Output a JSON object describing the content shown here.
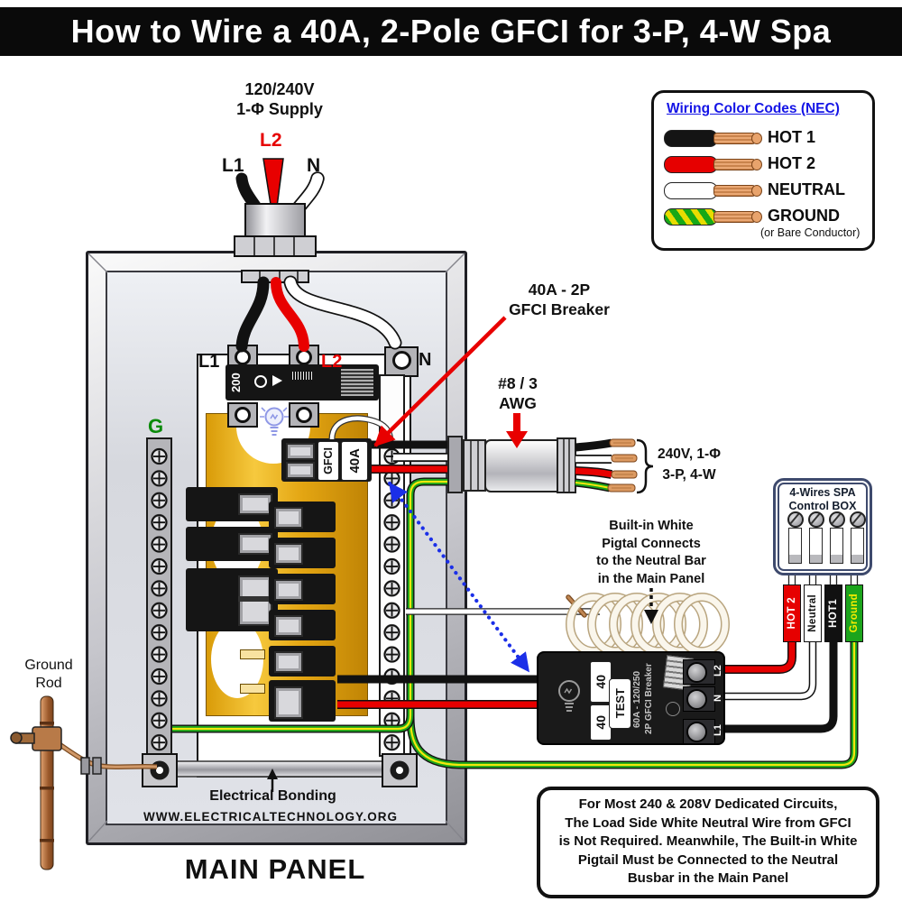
{
  "title": "How to Wire a 40A, 2-Pole GFCI for 3-P, 4-W Spa",
  "legend": {
    "title": "Wiring Color Codes (NEC)",
    "items": [
      {
        "label": "HOT 1",
        "color": "#111111"
      },
      {
        "label": "HOT 2",
        "color": "#ee0000"
      },
      {
        "label": "NEUTRAL",
        "color": "#ffffff"
      },
      {
        "label": "GROUND",
        "color": "green-yellow",
        "sub": "(or Bare Conductor)"
      }
    ]
  },
  "supply": {
    "voltage": "120/240V",
    "phase": "1-Φ Supply",
    "l1": "L1",
    "l2": "L2",
    "n": "N"
  },
  "panel": {
    "caption": "MAIN PANEL",
    "main_breaker_amp": "200",
    "l1": "L1",
    "l2": "L2",
    "n": "N",
    "g": "G",
    "gfci_label": "GFCI",
    "gfci_amp": "40A",
    "bonding": "Electrical Bonding",
    "website": "WWW.ELECTRICALTECHNOLOGY.ORG",
    "ground_rod": [
      "Ground",
      "Rod"
    ]
  },
  "callouts": {
    "breaker": [
      "40A - 2P",
      "GFCI Breaker"
    ],
    "awg": [
      "#8 / 3",
      "AWG"
    ],
    "cable": [
      "240V, 1-Φ",
      "3-P, 4-W"
    ],
    "pigtail": [
      "Built-in White",
      "Pigtal Connects",
      "to the Neutral Bar",
      "in the Main Panel"
    ]
  },
  "spa_box": {
    "title": [
      "4-Wires SPA",
      "Control BOX"
    ],
    "wires": [
      "HOT 2",
      "Neutral",
      "HOT1",
      "Ground"
    ]
  },
  "gfci_device": {
    "amps": [
      "40",
      "40"
    ],
    "test": "TEST",
    "spec": [
      "60A - 120/250",
      "2P GFCI Breaker"
    ],
    "terminals": [
      "L2",
      "N",
      "L1"
    ]
  },
  "note": {
    "lines": [
      "For Most 240 & 208V Dedicated Circuits,",
      "The Load Side White Neutral Wire from GFCI",
      "is Not Required. Meanwhile, The Built-in White",
      "Pigtail Must be Connected to the Neutral",
      "Busbar in the Main Panel"
    ]
  },
  "colors": {
    "hot1": "#111111",
    "hot2": "#e60000",
    "neutral": "#ffffff",
    "ground_green": "#1ca41c",
    "ground_yellow": "#f2e80c",
    "legend_link": "#1414e6",
    "arrow_red": "#e80000",
    "arrow_blue": "#1b2fe8",
    "busbar_gold": "#e8b420"
  }
}
